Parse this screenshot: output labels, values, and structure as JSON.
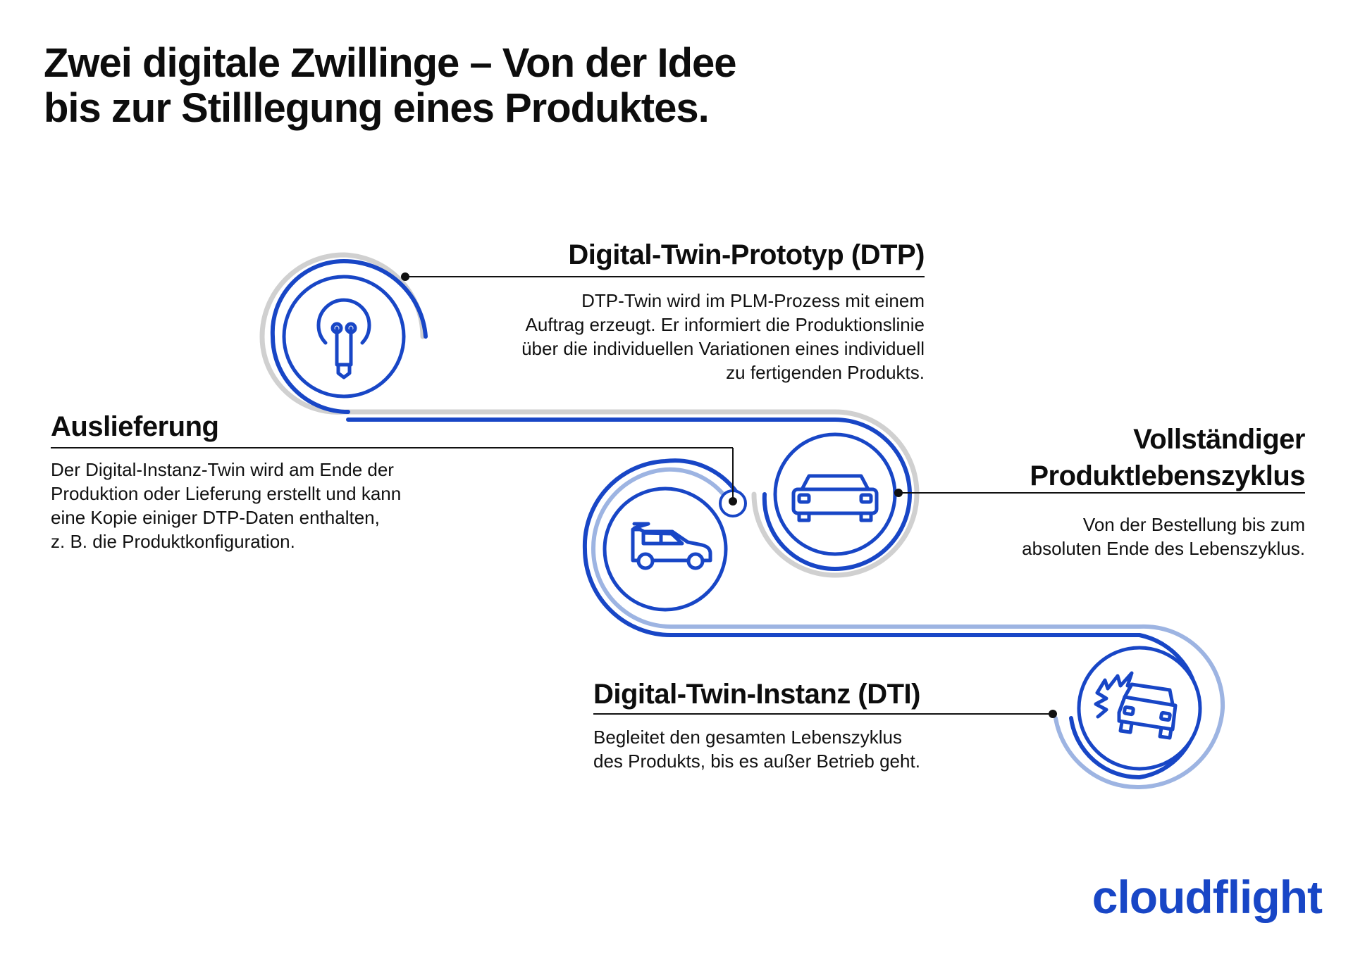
{
  "title": {
    "line1": "Zwei digitale Zwillinge – Von der Idee",
    "line2": "bis zur Stilllegung eines Produktes."
  },
  "dtp": {
    "heading": "Digital-Twin-Prototyp (DTP)",
    "lines": [
      "DTP-Twin wird im PLM-Prozess mit einem",
      "Auftrag erzeugt. Er informiert die Produktionslinie",
      "über die individuellen Variationen eines individuell",
      "zu fertigenden Produkts."
    ]
  },
  "auslieferung": {
    "heading": "Auslieferung",
    "lines": [
      "Der Digital-Instanz-Twin wird am Ende der",
      "Produktion oder Lieferung erstellt und kann",
      "eine Kopie einiger DTP-Daten enthalten,",
      "z. B. die Produktkonfiguration."
    ]
  },
  "lebenszyklus": {
    "heading_line1": "Vollständiger",
    "heading_line2": "Produktlebenszyklus",
    "lines": [
      "Von der Bestellung bis zum",
      "absoluten Ende des Lebenszyklus."
    ]
  },
  "dti": {
    "heading": "Digital-Twin-Instanz (DTI)",
    "lines": [
      "Begleitet den gesamten Lebenszyklus",
      "des Produkts, bis es außer Betrieb geht."
    ]
  },
  "logo": {
    "text": "cloudflight"
  },
  "icons": [
    "lightbulb-icon",
    "car-front-icon",
    "car-side-icon",
    "car-crash-icon"
  ],
  "colors": {
    "primary_blue": "#1846c6",
    "light_blue": "#9db4e2",
    "gray": "#d0d0d0",
    "text": "#0d0d0d"
  }
}
